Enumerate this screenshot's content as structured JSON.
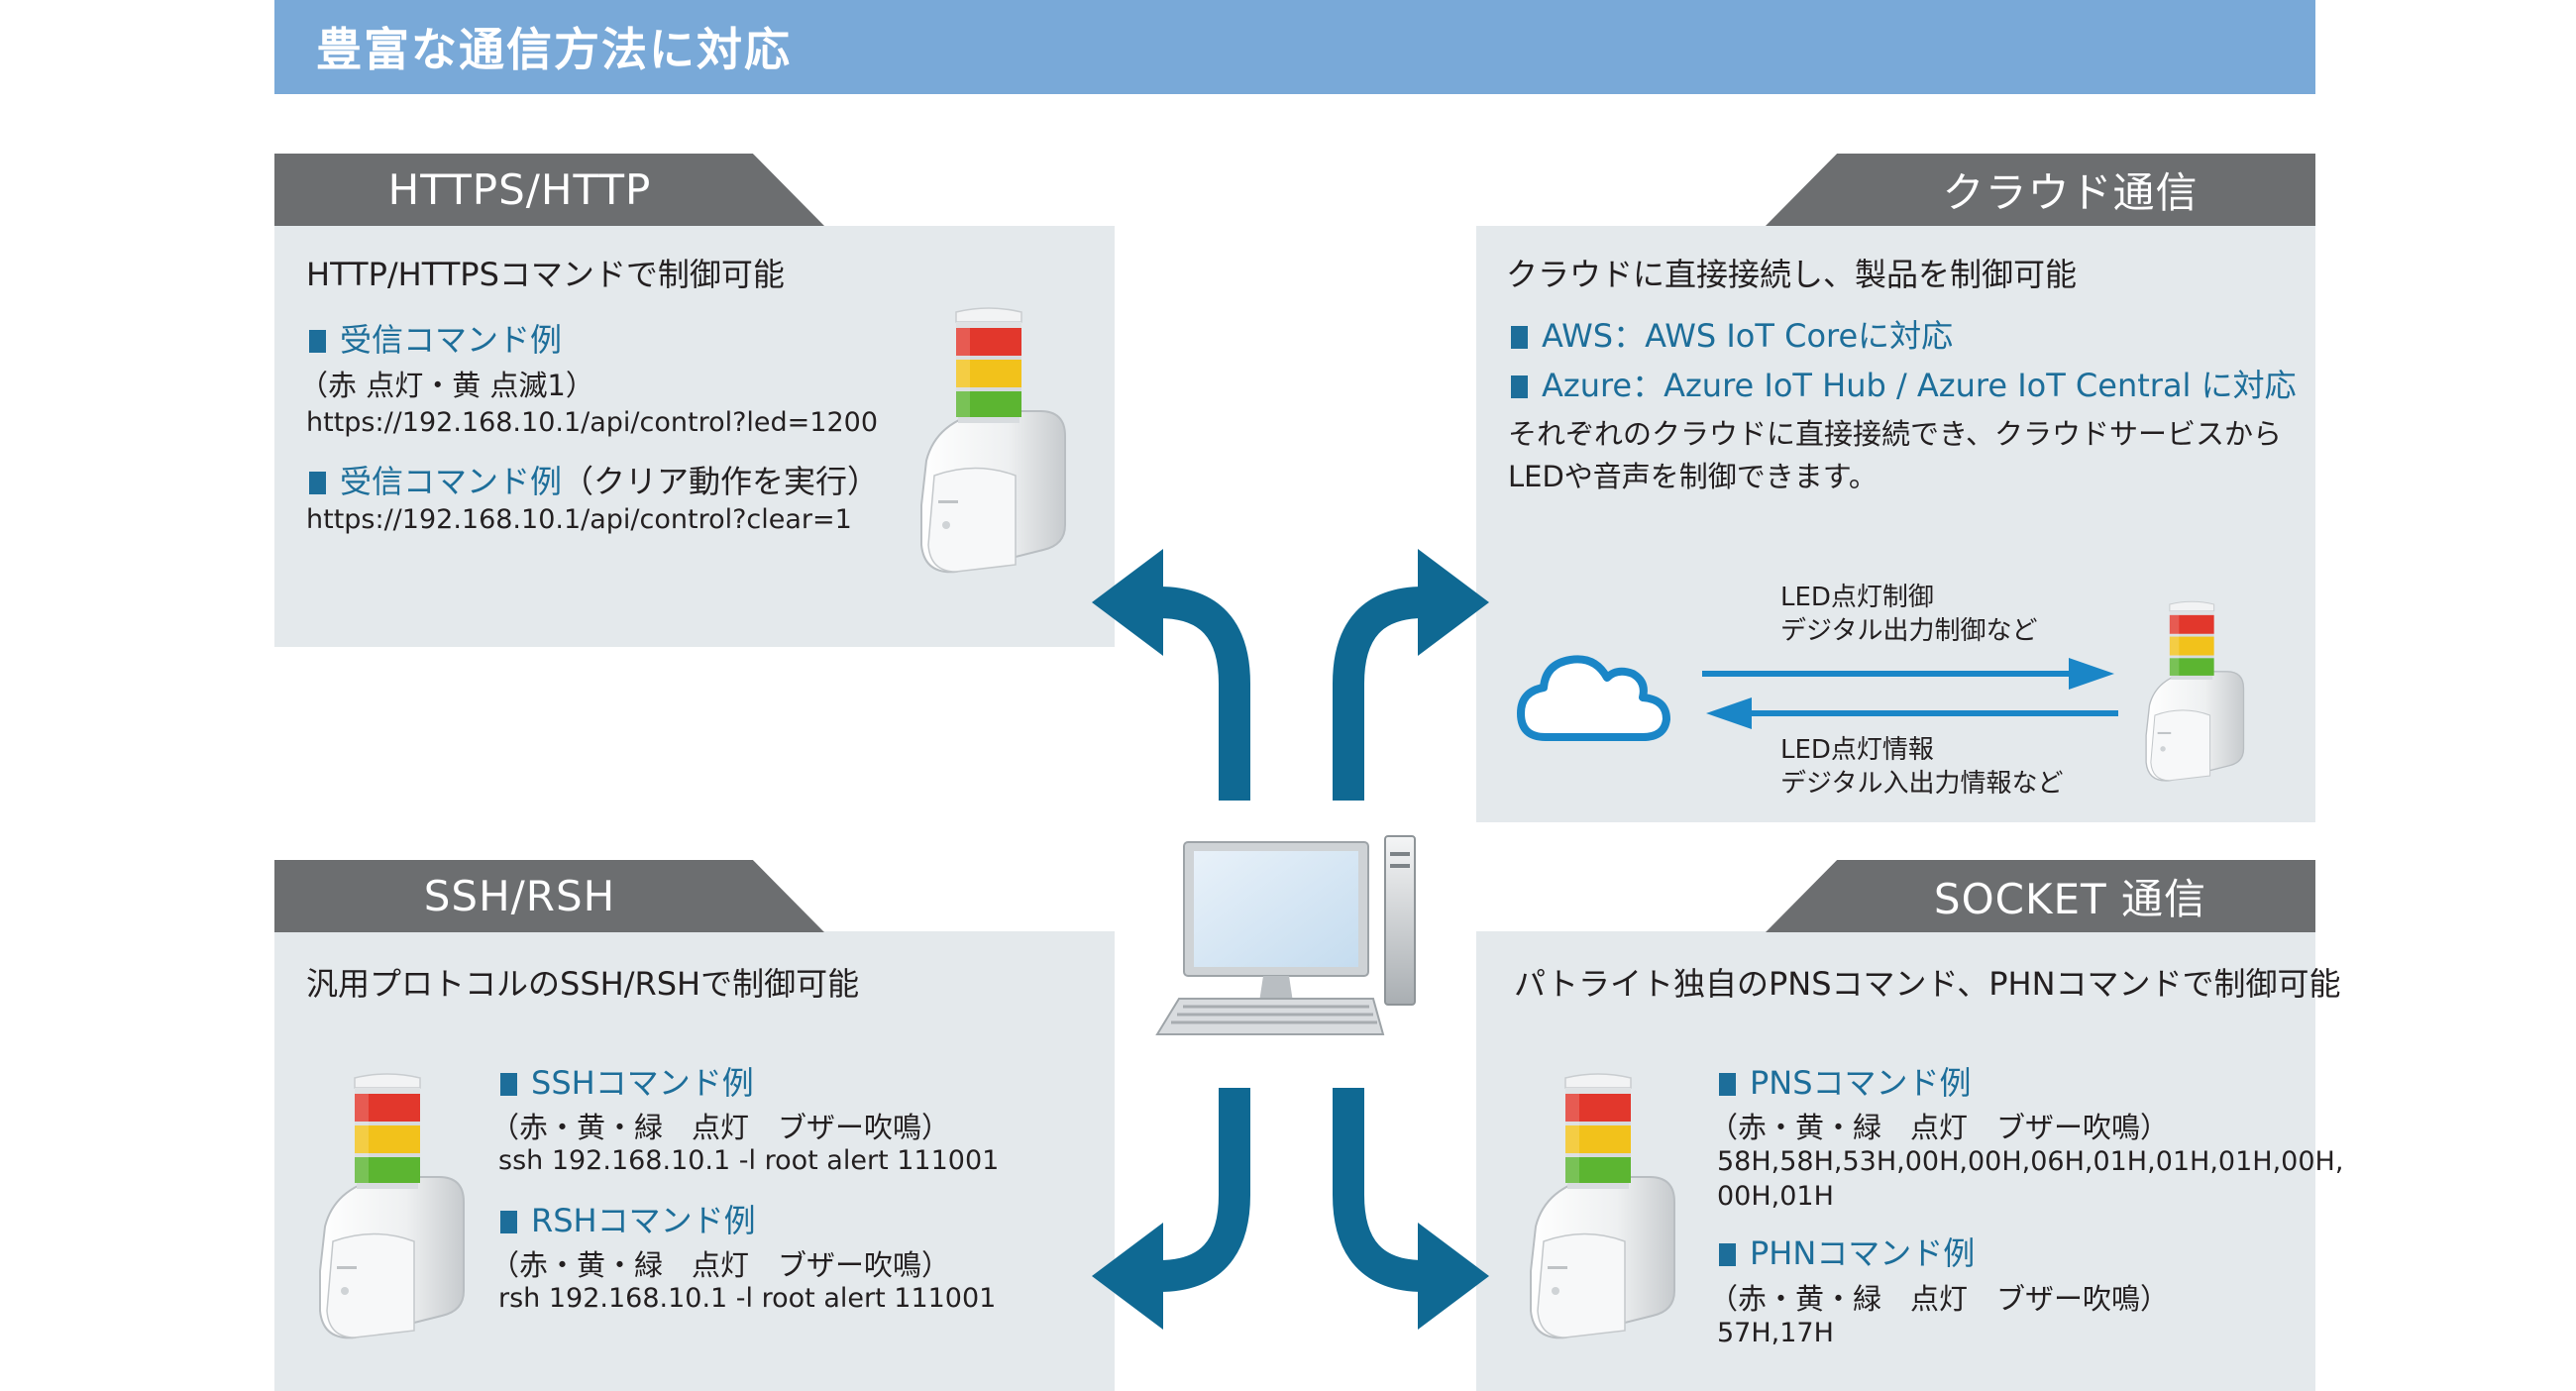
{
  "banner": {
    "title": "豊富な通信方法に対応"
  },
  "https": {
    "tab": "HTTPS/HTTP",
    "intro": "HTTP/HTTPSコマンドで制御可能",
    "example1_heading": "受信コマンド例",
    "example1_note": "（赤 点灯・黄 点滅1）",
    "example1_url": "https://192.168.10.1/api/control?led=1200",
    "example2_heading": "受信コマンド例",
    "example2_heading_suffix": "（クリア動作を実行）",
    "example2_url": "https://192.168.10.1/api/control?clear=1"
  },
  "cloud": {
    "tab": "クラウド通信",
    "intro": "クラウドに直接接続し、製品を制御可能",
    "aws": "AWS：AWS IoT Coreに対応",
    "azure": "Azure：Azure IoT Hub / Azure IoT Central に対応",
    "desc_line1": "それぞれのクラウドに直接接続でき、クラウドサービスから",
    "desc_line2": "LEDや音声を制御できます。",
    "arrow_top_line1": "LED点灯制御",
    "arrow_top_line2": "デジタル出力制御など",
    "arrow_bottom_line1": "LED点灯情報",
    "arrow_bottom_line2": "デジタル入出力情報など"
  },
  "ssh": {
    "tab": "SSH/RSH",
    "intro": "汎用プロトコルのSSH/RSHで制御可能",
    "ssh_heading": "SSHコマンド例",
    "ssh_note": "（赤・黄・緑　点灯　ブザー吹鳴）",
    "ssh_cmd": "ssh 192.168.10.1 -l root alert 111001",
    "rsh_heading": "RSHコマンド例",
    "rsh_note": "（赤・黄・緑　点灯　ブザー吹鳴）",
    "rsh_cmd": "rsh 192.168.10.1 -l root alert 111001"
  },
  "socket": {
    "tab": "SOCKET 通信",
    "intro": "パトライト独自のPNSコマンド、PHNコマンドで制御可能",
    "pns_heading": "PNSコマンド例",
    "pns_note": "（赤・黄・緑　点灯　ブザー吹鳴）",
    "pns_cmd_line1": "58H,58H,53H,00H,00H,06H,01H,01H,01H,00H,",
    "pns_cmd_line2": "00H,01H",
    "phn_heading": "PHNコマンド例",
    "phn_note": "（赤・黄・緑　点灯　ブザー吹鳴）",
    "phn_cmd": "57H,17H"
  },
  "colors": {
    "banner": "#79a9d8",
    "tab": "#6c6e70",
    "panel": "#e4e9ec",
    "accent": "#1d6e9a",
    "arrow": "#0f6993",
    "light_red": "#e2372c",
    "light_yellow": "#f2c21b",
    "light_green": "#5cb531"
  }
}
